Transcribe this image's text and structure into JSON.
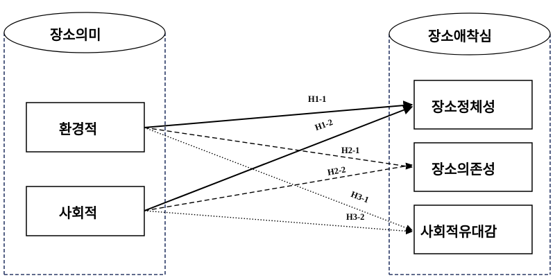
{
  "left_group": {
    "title": "장소의미",
    "items": [
      "환경적",
      "사회적"
    ]
  },
  "right_group": {
    "title": "장소애착심",
    "items": [
      "장소정체성",
      "장소의존성",
      "사회적유대감"
    ]
  },
  "hypotheses": [
    {
      "label": "H1-1",
      "from": "환경적",
      "to": "장소정체성",
      "line_style": "solid"
    },
    {
      "label": "H1-2",
      "from": "사회적",
      "to": "장소정체성",
      "line_style": "solid"
    },
    {
      "label": "H2-1",
      "from": "환경적",
      "to": "장소의존성",
      "line_style": "dashed"
    },
    {
      "label": "H2-2",
      "from": "사회적",
      "to": "장소의존성",
      "line_style": "dashed"
    },
    {
      "label": "H3-1",
      "from": "환경적",
      "to": "사회적유대감",
      "line_style": "dotted"
    },
    {
      "label": "H3-2",
      "from": "사회적",
      "to": "사회적유대감",
      "line_style": "dotted"
    }
  ],
  "colors": {
    "container_border": "#2b3a67",
    "line": "#000000",
    "box_border": "#000000"
  }
}
